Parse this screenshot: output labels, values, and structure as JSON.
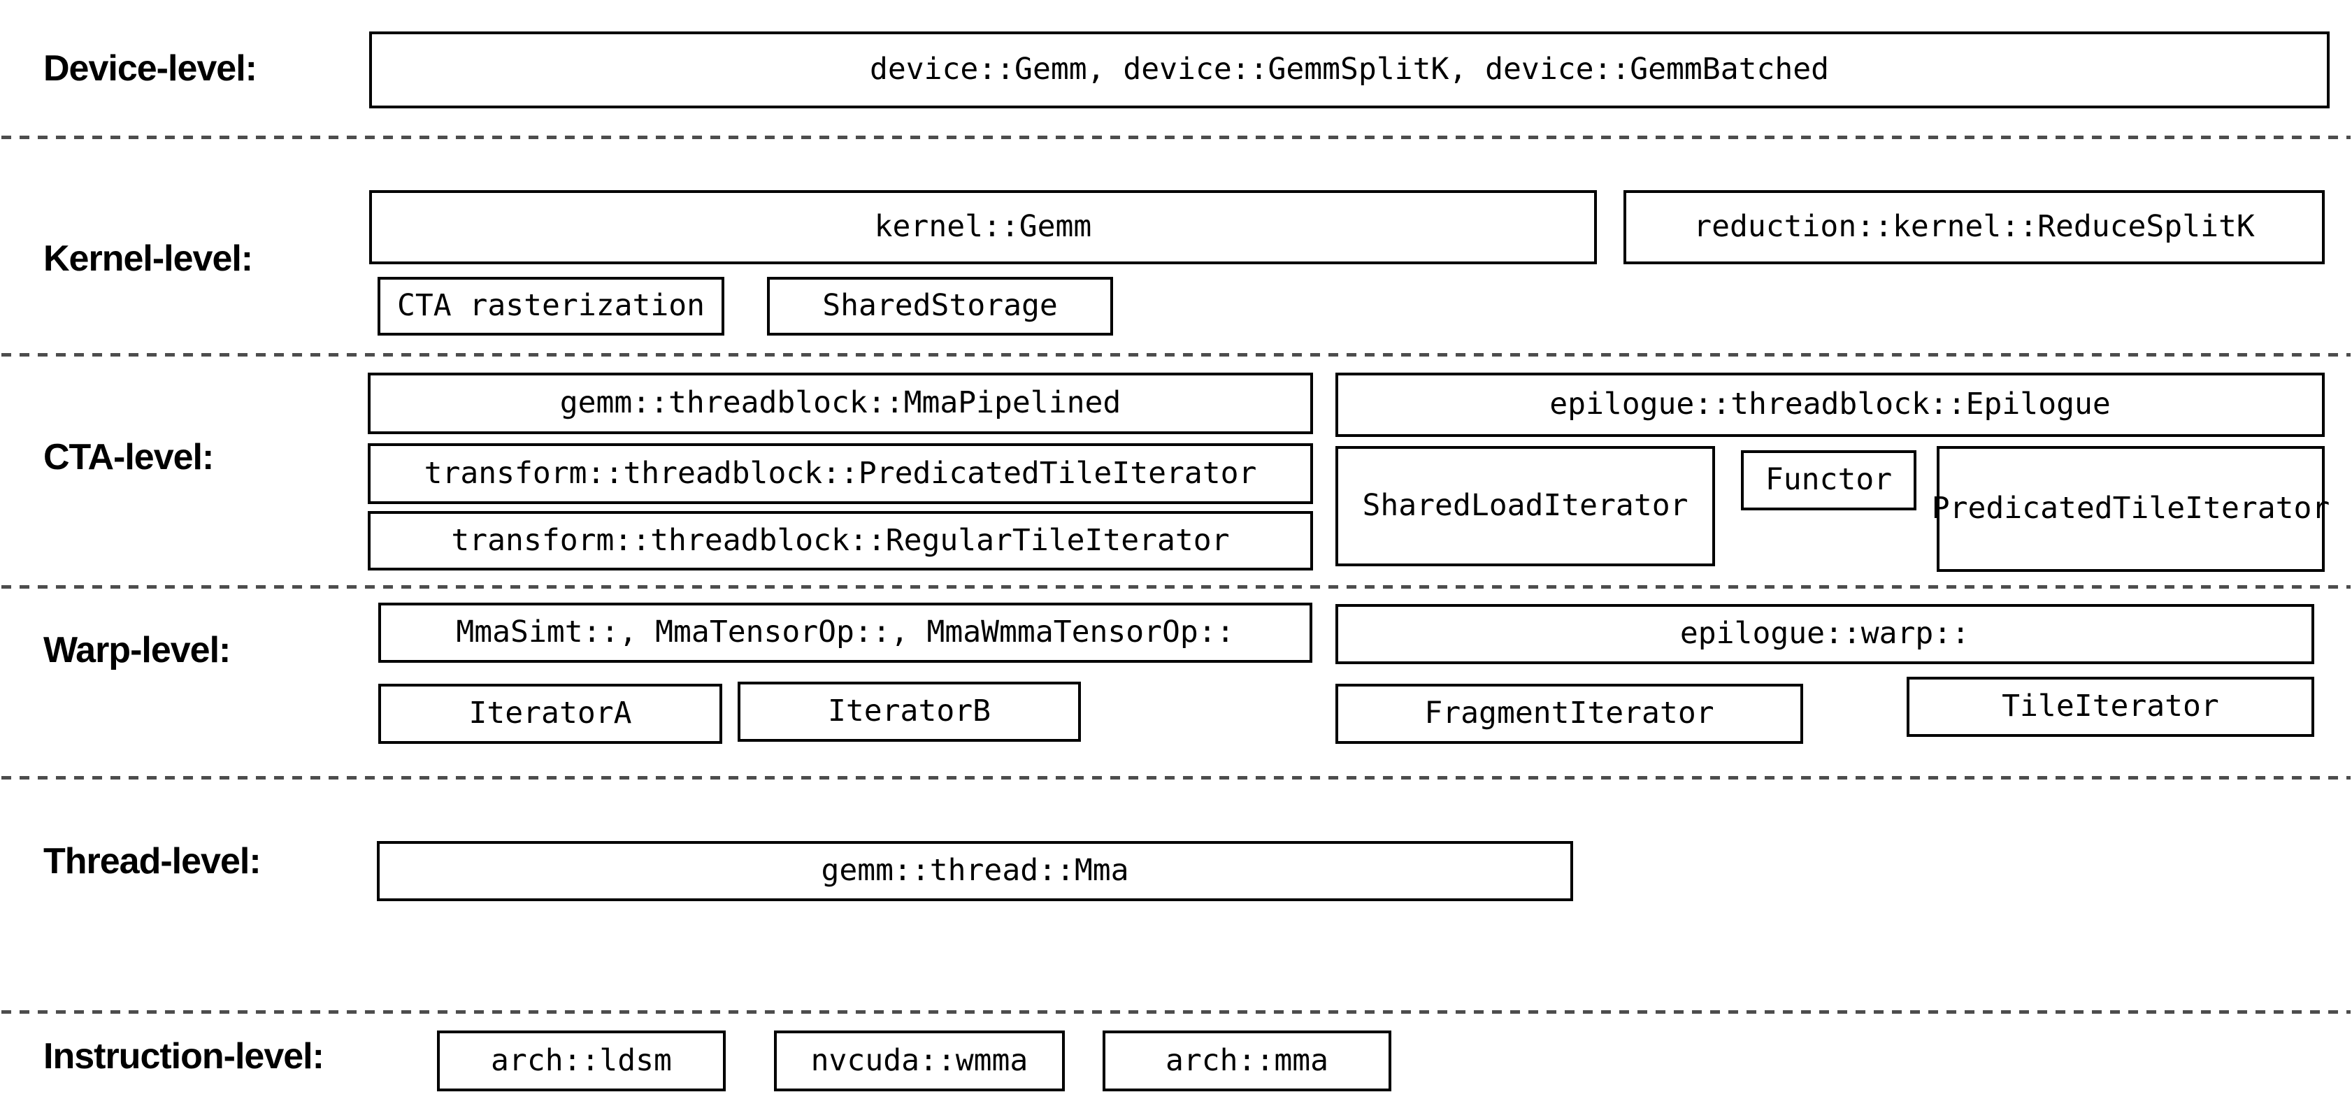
{
  "title": "CUTLASS GEMM component hierarchy diagram",
  "colors": {
    "background": "#ffffff",
    "box_border": "#000000",
    "text": "#000000",
    "divider": "#4d4d4d"
  },
  "levels": {
    "device": {
      "label": "Device-level:",
      "main_box": "device::Gemm, device::GemmSplitK, device::GemmBatched"
    },
    "kernel": {
      "label": "Kernel-level:",
      "gemm_box": "kernel::Gemm",
      "reduce_box": "reduction::kernel::ReduceSplitK",
      "cta_rasterization_box": "CTA rasterization",
      "shared_storage_box": "SharedStorage"
    },
    "cta": {
      "label": "CTA-level:",
      "mma_pipelined_box": "gemm::threadblock::MmaPipelined",
      "predicated_tile_iterator_box": "transform::threadblock::PredicatedTileIterator",
      "regular_tile_iterator_box": "transform::threadblock::RegularTileIterator",
      "epilogue_box": "epilogue::threadblock::Epilogue",
      "shared_load_iterator_box": "SharedLoadIterator",
      "functor_box": "Functor",
      "epilogue_predicated_tile_iterator_box": "PredicatedTileIterator"
    },
    "warp": {
      "label": "Warp-level:",
      "mma_box": "MmaSimt::, MmaTensorOp::, MmaWmmaTensorOp::",
      "iterator_a_box": "IteratorA",
      "iterator_b_box": "IteratorB",
      "epilogue_warp_box": "epilogue::warp::",
      "fragment_iterator_box": "FragmentIterator",
      "tile_iterator_box": "TileIterator"
    },
    "thread": {
      "label": "Thread-level:",
      "mma_box": "gemm::thread::Mma"
    },
    "instruction": {
      "label": "Instruction-level:",
      "ldsm_box": "arch::ldsm",
      "wmma_box": "nvcuda::wmma",
      "mma_box": "arch::mma"
    }
  }
}
